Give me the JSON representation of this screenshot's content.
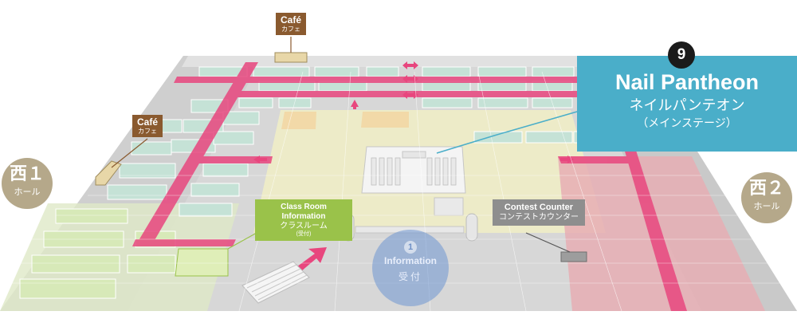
{
  "cafes": [
    {
      "en": "Café",
      "jp": "カフェ"
    },
    {
      "en": "Café",
      "jp": "カフェ"
    }
  ],
  "halls": {
    "west1": {
      "name": "西１",
      "sub": "ホール"
    },
    "west2": {
      "name": "西２",
      "sub": "ホール"
    }
  },
  "classroom": {
    "en": "Class Room Information",
    "jp": "クラスルーム",
    "note": "(受付)"
  },
  "contest": {
    "en": "Contest Counter",
    "jp": "コンテストカウンター"
  },
  "information": {
    "number": "1",
    "en": "Information",
    "jp": "受付"
  },
  "stage": {
    "number": "9",
    "en": "Nail Pantheon",
    "jp": "ネイルパンテオン",
    "sub": "（メインステージ）"
  },
  "colors": {
    "aisle": "#e8467e",
    "callout": "#4aaec9",
    "cafe": "#8a5a2f",
    "classroom": "#9ac24a",
    "contest": "#8e8e8e",
    "hall_badge": "#b5a88a",
    "floor": "#d9d9d9",
    "booth": "#c7e3d8",
    "zone_yellow": "#f0eecb",
    "zone_right": "#e7b3b8"
  }
}
